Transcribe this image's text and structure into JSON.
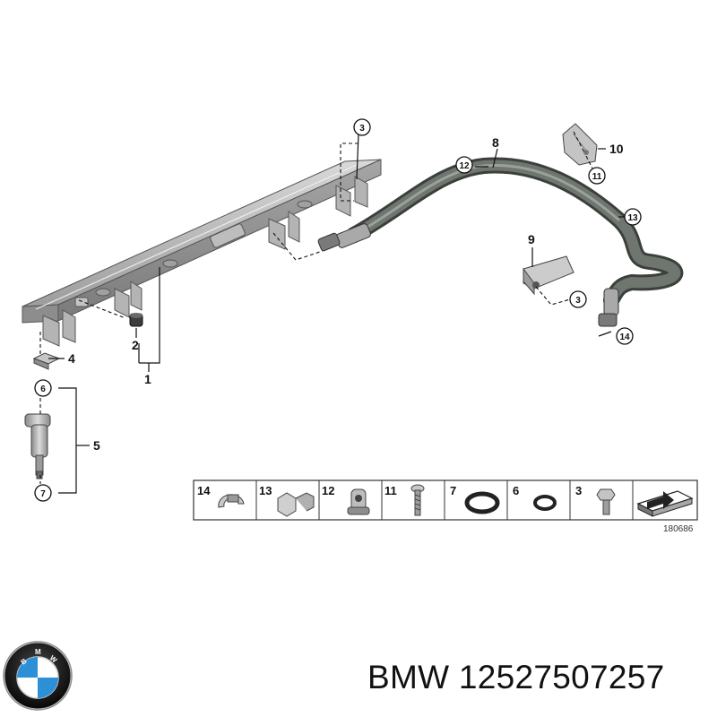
{
  "diagram": {
    "callouts": {
      "c1": "1",
      "c2": "2",
      "c3a": "3",
      "c3b": "3",
      "c4": "4",
      "c5": "5",
      "c6": "6",
      "c7": "7",
      "c8": "8",
      "c9": "9",
      "c10": "10",
      "c11": "11",
      "c12": "12",
      "c13": "13",
      "c14": "14"
    },
    "parts_strip": [
      {
        "num": "14",
        "icon": "hose-clamp-icon"
      },
      {
        "num": "13",
        "icon": "pipe-clip-icon"
      },
      {
        "num": "12",
        "icon": "grommet-clip-icon"
      },
      {
        "num": "11",
        "icon": "screw-icon"
      },
      {
        "num": "7",
        "icon": "o-ring-large-icon"
      },
      {
        "num": "6",
        "icon": "o-ring-small-icon"
      },
      {
        "num": "3",
        "icon": "bolt-icon"
      },
      {
        "num": "",
        "icon": "arrow-indicator-icon"
      }
    ],
    "reference_number": "180686"
  },
  "brand": {
    "logo_text": "BMW",
    "caption": "BMW 12527507257"
  },
  "colors": {
    "metal_light": "#c9c9c9",
    "metal_mid": "#a8a8a8",
    "metal_dark": "#6e6e6e",
    "hose": "#5d625d",
    "bmw_blue": "#2d8fd5",
    "bmw_black": "#111111"
  }
}
